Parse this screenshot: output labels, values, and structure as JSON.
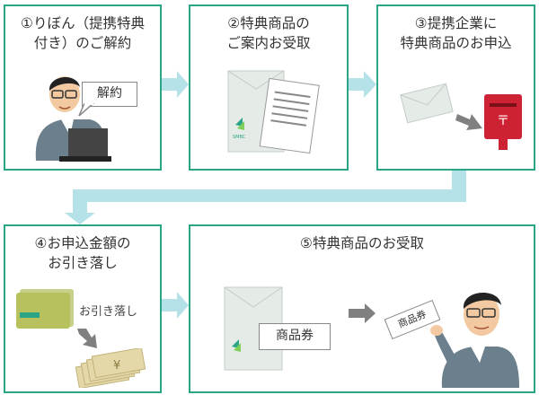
{
  "steps": [
    {
      "title": "①りぼん（提携特典\n付き）のご解約",
      "bubble": "解約"
    },
    {
      "title": "②特典商品の\nご案内お受取"
    },
    {
      "title": "③提携企業に\n特典商品のお申込"
    },
    {
      "title": "④お申込金額の\nお引き落し",
      "label": "お引き落し"
    },
    {
      "title": "⑤特典商品のお受取",
      "voucher": "商品券",
      "held_voucher": "商品券"
    }
  ],
  "envelope_logo": "SMBC",
  "yen_symbol": "¥",
  "colors": {
    "border": "#2aa585",
    "arrow": "#b5e2e8",
    "post": "#cc2233",
    "gray_arrow": "#808080"
  }
}
